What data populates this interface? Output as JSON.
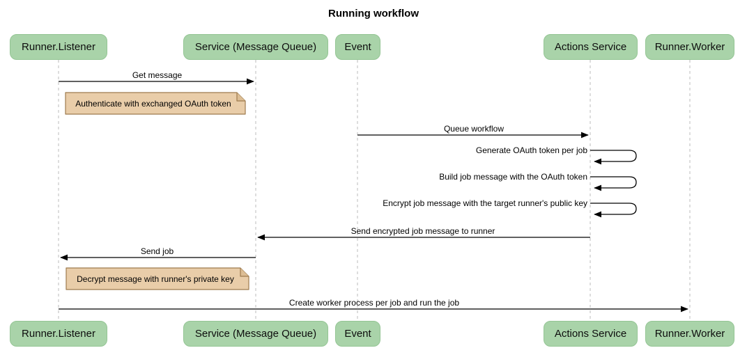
{
  "title": "Running workflow",
  "diagram": {
    "type": "sequence-diagram",
    "participants": [
      {
        "id": "runner-listener",
        "label": "Runner.Listener"
      },
      {
        "id": "service-message-queue",
        "label": "Service (Message Queue)"
      },
      {
        "id": "event",
        "label": "Event"
      },
      {
        "id": "actions-service",
        "label": "Actions Service"
      },
      {
        "id": "runner-worker",
        "label": "Runner.Worker"
      }
    ],
    "messages": [
      {
        "kind": "arrow",
        "from": "Runner.Listener",
        "to": "Service (Message Queue)",
        "label": "Get message"
      },
      {
        "kind": "note",
        "over": "Runner.Listener / Service (Message Queue)",
        "label": "Authenticate with exchanged OAuth token"
      },
      {
        "kind": "arrow",
        "from": "Event",
        "to": "Actions Service",
        "label": "Queue workflow"
      },
      {
        "kind": "self-arrow",
        "from": "Actions Service",
        "to": "Actions Service",
        "label": "Generate OAuth token per job"
      },
      {
        "kind": "self-arrow",
        "from": "Actions Service",
        "to": "Actions Service",
        "label": "Build job message with the OAuth token"
      },
      {
        "kind": "self-arrow",
        "from": "Actions Service",
        "to": "Actions Service",
        "label": "Encrypt job message with the target runner's public key"
      },
      {
        "kind": "arrow",
        "from": "Actions Service",
        "to": "Service (Message Queue)",
        "label": "Send encrypted job message to runner"
      },
      {
        "kind": "arrow",
        "from": "Service (Message Queue)",
        "to": "Runner.Listener",
        "label": "Send job"
      },
      {
        "kind": "note",
        "over": "Runner.Listener / Service (Message Queue)",
        "label": "Decrypt message with runner's private key"
      },
      {
        "kind": "arrow",
        "from": "Runner.Listener",
        "to": "Runner.Worker",
        "label": "Create worker process per job and run the job"
      }
    ],
    "colors": {
      "participant_fill": "#a9d3a9",
      "participant_border": "#94c594",
      "note_fill": "#e9cda9",
      "note_border": "#9e7b4f",
      "lifeline": "#bbbbbb",
      "arrow": "#000000",
      "background": "#ffffff"
    }
  }
}
